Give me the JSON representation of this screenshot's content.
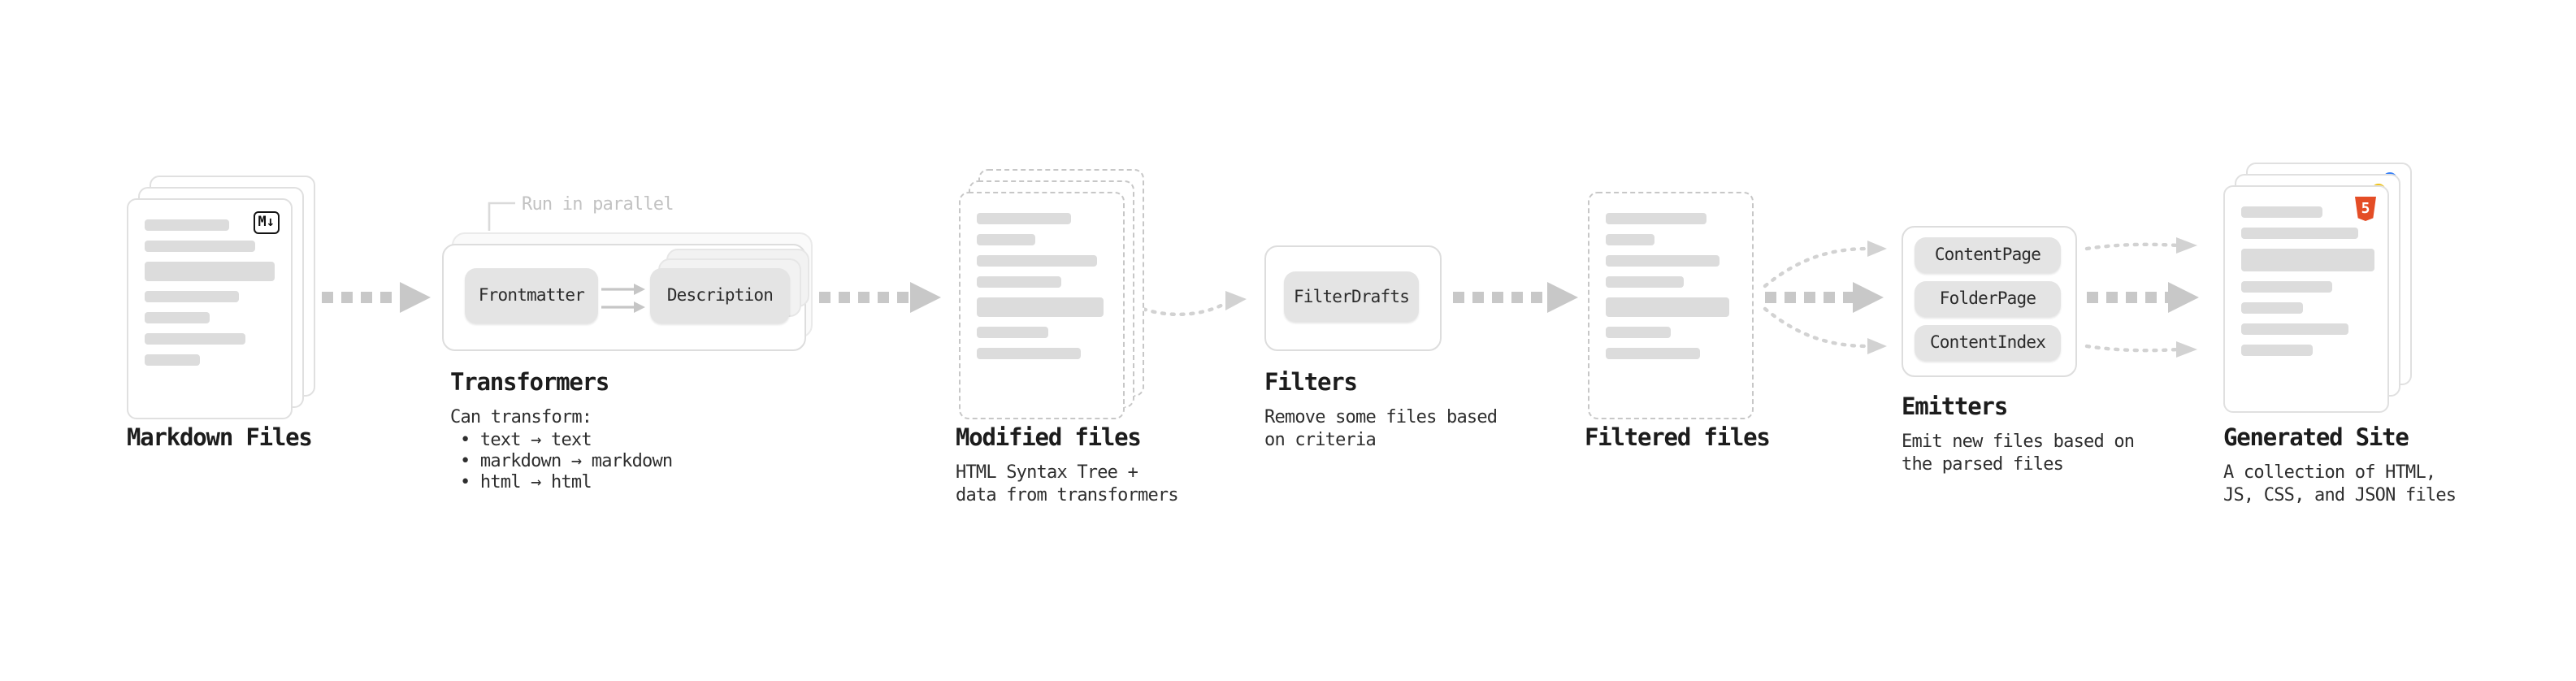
{
  "markdown_files": {
    "label": "Markdown Files"
  },
  "transformers": {
    "label": "Transformers",
    "annotation": "Run in parallel",
    "node1": "Frontmatter",
    "node2": "Description",
    "desc_title": "Can transform:",
    "bullets": [
      "• text → text",
      "• markdown → markdown",
      "• html → html"
    ]
  },
  "modified_files": {
    "label": "Modified files",
    "description": "HTML Syntax Tree +\ndata from transformers"
  },
  "filters": {
    "label": "Filters",
    "node": "FilterDrafts",
    "description": "Remove some files based\non criteria"
  },
  "filtered_files": {
    "label": "Filtered files"
  },
  "emitters": {
    "label": "Emitters",
    "nodes": [
      "ContentPage",
      "FolderPage",
      "ContentIndex"
    ],
    "description": "Emit new files based on\nthe parsed files"
  },
  "generated_site": {
    "label": "Generated Site",
    "description": "A collection of HTML,\nJS, CSS, and JSON files"
  },
  "icons": {
    "markdown_badge": "M↓",
    "html5_badge": "5"
  },
  "colors": {
    "arrow": "#c8c8c8",
    "placeholder": "#dcdcdc",
    "html5_orange": "#e44d26"
  }
}
